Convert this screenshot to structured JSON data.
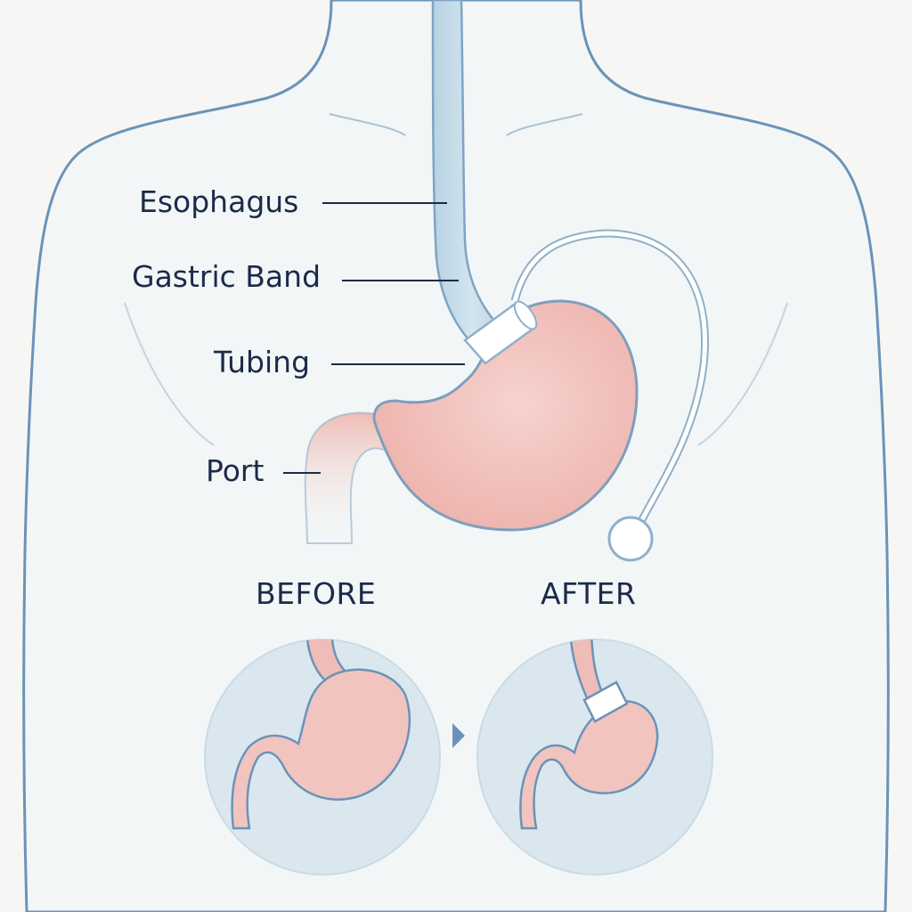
{
  "labels": {
    "esophagus": "Esophagus",
    "gastric_band": "Gastric Band",
    "tubing": "Tubing",
    "port": "Port"
  },
  "comparison": {
    "before": "BEFORE",
    "after": "AFTER"
  },
  "colors": {
    "background": "#f6f7f4",
    "body_outline": "#6b93b8",
    "body_fill": "#f2f6f7",
    "esophagus": "#c6dce9",
    "stomach": "#f3c7c2",
    "band": "#ffffff",
    "text": "#1b2b48",
    "inset_circle": "#dbe7ee"
  },
  "icons": {
    "between_insets": "triangle-right-icon"
  }
}
